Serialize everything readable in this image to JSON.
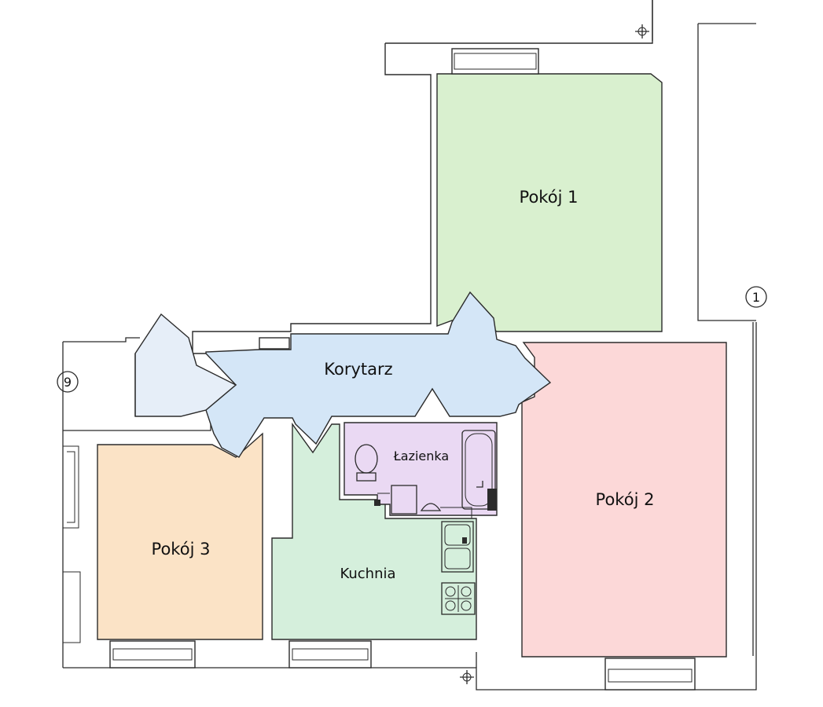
{
  "rooms": {
    "pokoj1": {
      "label": "Pokój 1",
      "color": "#d9f0cf"
    },
    "pokoj2": {
      "label": "Pokój 2",
      "color": "#fcd8d8"
    },
    "pokoj3": {
      "label": "Pokój 3",
      "color": "#fbe3c6"
    },
    "korytarz": {
      "label": "Korytarz",
      "color": "#d4e6f7"
    },
    "kuchnia": {
      "label": "Kuchnia",
      "color": "#d5efdc"
    },
    "lazienka": {
      "label": "Łazienka",
      "color": "#ead9f3"
    }
  },
  "markers": {
    "left": "9",
    "right": "1"
  },
  "colors": {
    "walls": "#2b2b2b",
    "wall_fill": "#ffffff"
  }
}
